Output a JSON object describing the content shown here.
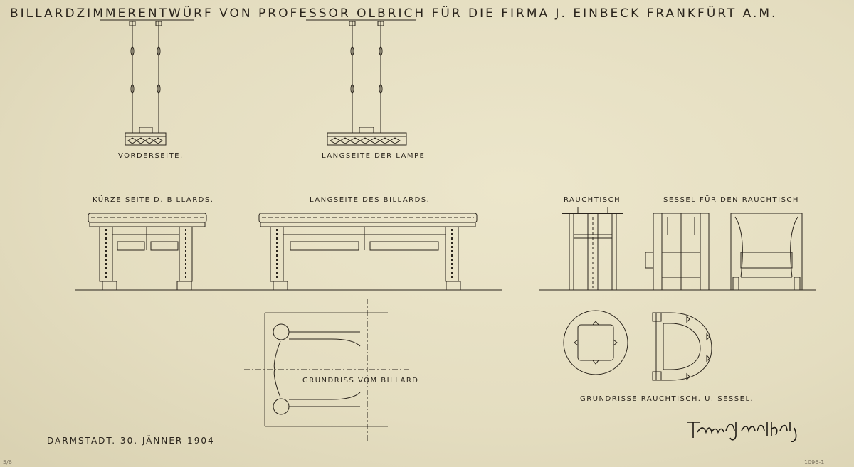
{
  "title": "Billardzimmerentwürf von Professor Olbrich für die Firma J. Einbeck Frankfürt a.M.",
  "labels": {
    "lamp_front": "Vorderseite.",
    "lamp_long": "Langseite der Lampe",
    "billiard_short": "Kürze Seite D. Billards.",
    "billiard_long": "Langseite des Billards.",
    "smoking_table": "Rauchtisch",
    "armchair": "Sessel für den Rauchtisch",
    "billiard_plan": "Grundriss vom Billard",
    "plans": "Grundrisse Rauchtisch. u. Sessel."
  },
  "date": "Darmstadt. 30. Jänner 1904",
  "signature": "Professor Joseph M. Olbrich",
  "edge_notes": {
    "bottom_left": "5/6",
    "bottom_right": "1096-1"
  },
  "colors": {
    "paper": "#e6dfc3",
    "ink": "#2a241c"
  }
}
